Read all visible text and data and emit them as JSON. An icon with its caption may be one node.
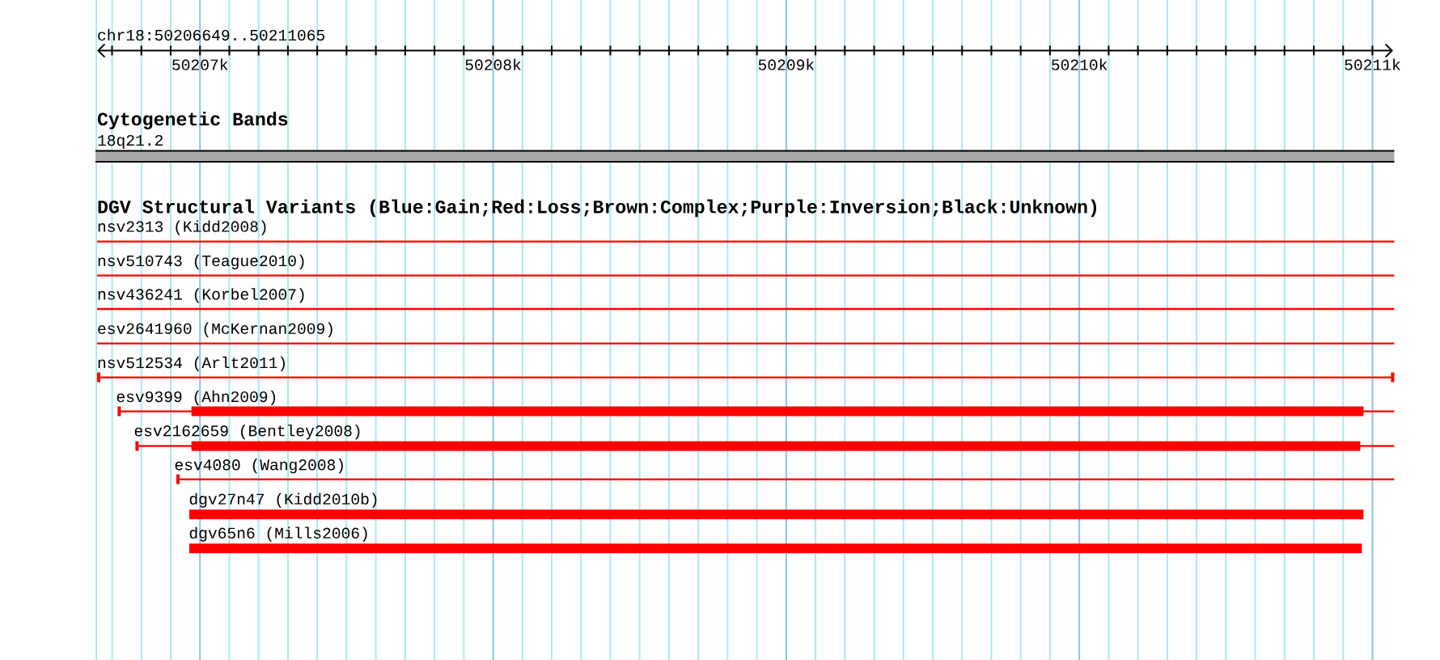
{
  "diagram": {
    "nodes": [
      {
        "text": [
          "18q21.2"
        ]
      },
      {
        "text": [
          "nsv2313 (Kidd2008)"
        ]
      },
      {
        "text": [
          "nsv510743 (Teague2010)"
        ]
      },
      {
        "text": [
          "nsv436241 (Korbel2007)"
        ]
      },
      {
        "text": [
          "esv2641960 (McKernan2009)"
        ]
      },
      {
        "text": [
          "nsv512534 (Arlt2011)"
        ]
      },
      {
        "text": [
          "esv9399 (Ahn2009)"
        ]
      },
      {
        "text": [
          "esv2162659 (Bentley2008)"
        ]
      },
      {
        "text": [
          "esv4080 (Wang2008)"
        ]
      },
      {
        "text": [
          "dgv27n47 (Kidd2010b)"
        ]
      },
      {
        "text": [
          "dgv65n6 (Mills2006)"
        ]
      }
    ],
    "labels": [
      "chr18:50206649..50211065",
      "50207k",
      "50208k",
      "50209k",
      "50210k",
      "50211k",
      "Cytogenetic Bands",
      "DGV Structural Variants (Blue:Gain;Red:Loss;Brown:Complex;Purple:Inversion;Black:Unknown)"
    ]
  }
}
